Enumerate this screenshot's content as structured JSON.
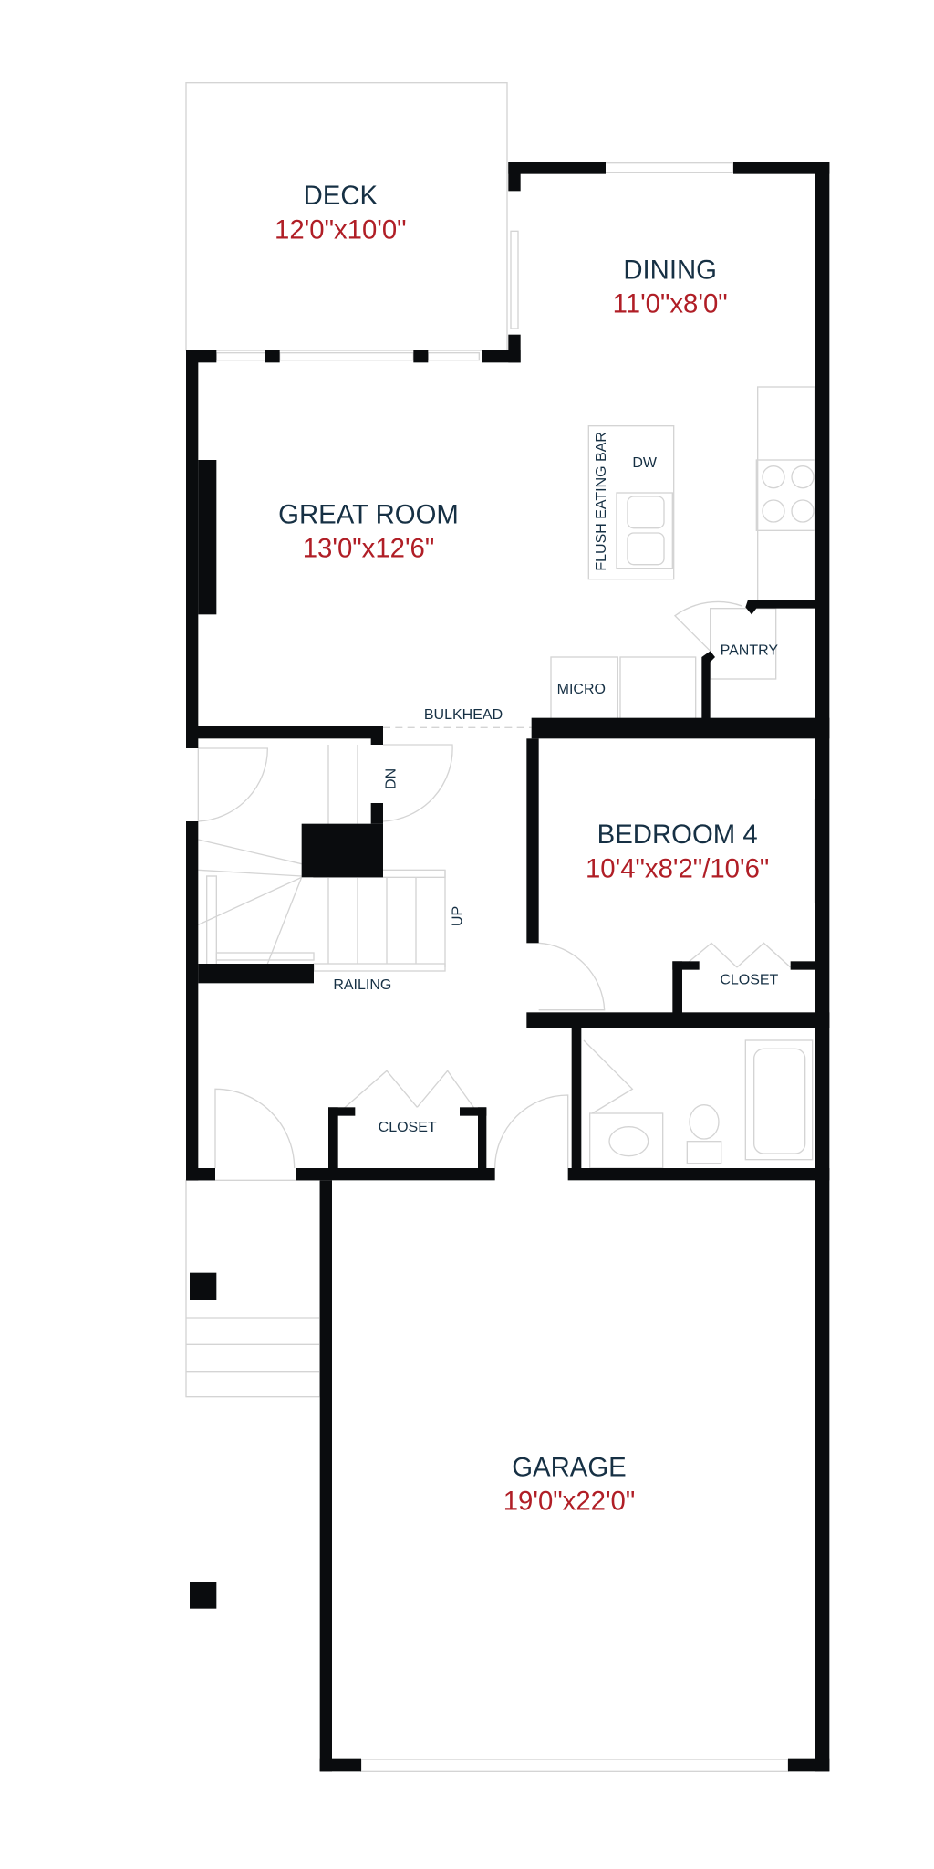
{
  "rooms": {
    "deck": {
      "name": "DECK",
      "size": "12'0\"x10'0\""
    },
    "dining": {
      "name": "DINING",
      "size": "11'0\"x8'0\""
    },
    "great_room": {
      "name": "GREAT ROOM",
      "size": "13'0\"x12'6\""
    },
    "bedroom4": {
      "name": "BEDROOM 4",
      "size": "10'4\"x8'2\"/10'6\""
    },
    "garage": {
      "name": "GARAGE",
      "size": "19'0\"x22'0\""
    }
  },
  "labels": {
    "flush_eating_bar": "FLUSH EATING BAR",
    "dw": "DW",
    "pantry": "PANTRY",
    "micro": "MICRO",
    "bulkhead": "BULKHEAD",
    "dn": "DN",
    "up": "UP",
    "railing": "RAILING",
    "closet_bedroom": "CLOSET",
    "closet_entry": "CLOSET"
  },
  "colors": {
    "wall": "#0a0c0e",
    "room_name": "#163044",
    "dimension": "#b01e26"
  }
}
